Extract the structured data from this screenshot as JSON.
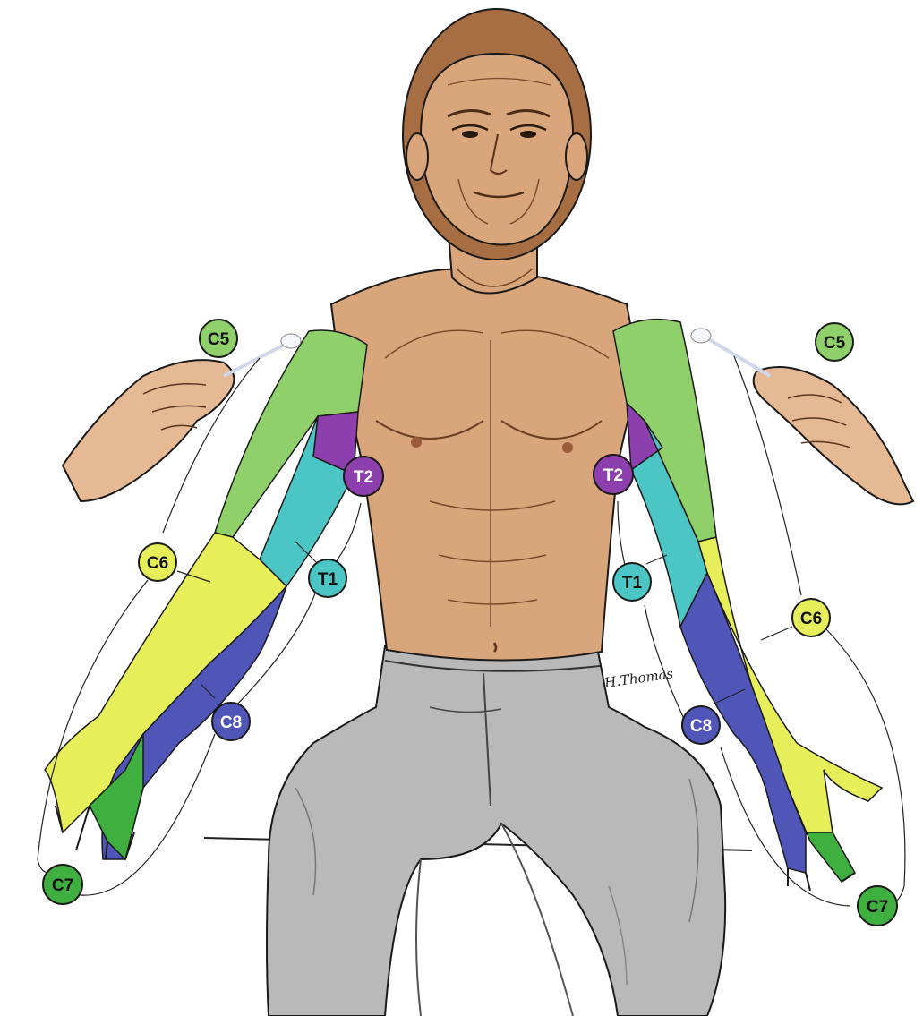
{
  "colors": {
    "skin": "#d9a57a",
    "skin_shadow": "#b77f57",
    "hair": "#a86e43",
    "pants": "#b9b9b9",
    "pants_shadow": "#8f8f8f",
    "C5": "#8fd06a",
    "C6": "#e6ef5a",
    "C7": "#3fb040",
    "C8": "#4f56b8",
    "T1": "#4cc6c4",
    "T2": "#8e3fae",
    "outline": "#1a1a1a"
  },
  "labels": {
    "left_c5": "C5",
    "left_c6": "C6",
    "left_c7": "C7",
    "left_c8": "C8",
    "left_t1": "T1",
    "left_t2": "T2",
    "right_c5": "C5",
    "right_c6": "C6",
    "right_c7": "C7",
    "right_c8": "C8",
    "right_t1": "T1",
    "right_t2": "T2"
  },
  "signature": "H.Thomas"
}
